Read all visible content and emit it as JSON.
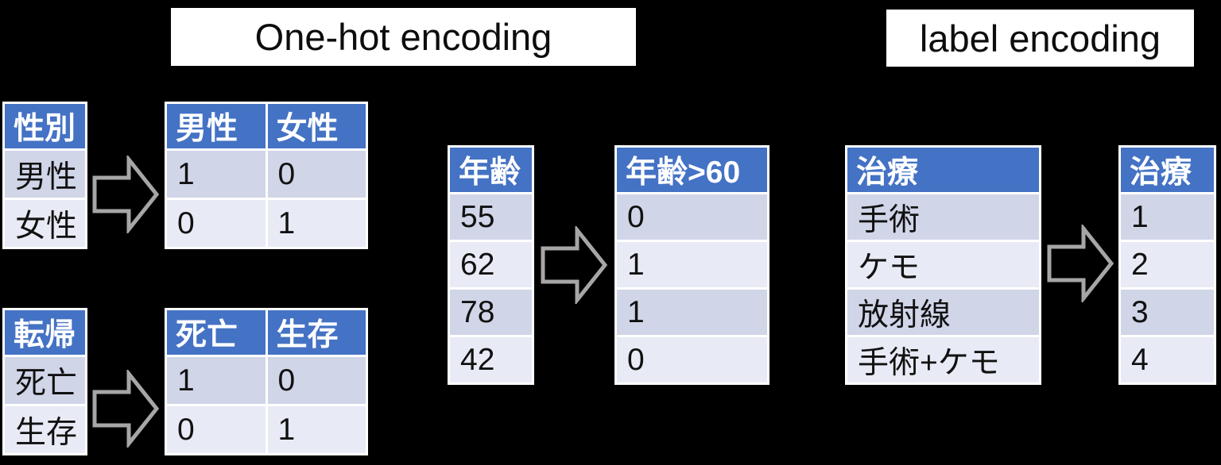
{
  "colors": {
    "canvas_bg": "#000000",
    "title_bg": "#FFFFFF",
    "title_text": "#0D0D0D",
    "header_bg": "#4472C4",
    "header_text": "#FFFFFF",
    "row_odd": "#D0D5E8",
    "row_even": "#E8EBF5",
    "cell_text": "#111111",
    "arrow_stroke": "#A6A6A6"
  },
  "titles": {
    "onehot": "One-hot encoding",
    "label": "label encoding"
  },
  "icons": {
    "arrow": "right-block-arrow"
  },
  "tables": {
    "gender_source": {
      "headers": [
        "性別"
      ],
      "rows": [
        [
          "男性"
        ],
        [
          "女性"
        ]
      ]
    },
    "gender_encoded": {
      "headers": [
        "男性",
        "女性"
      ],
      "rows": [
        [
          "1",
          "0"
        ],
        [
          "0",
          "1"
        ]
      ]
    },
    "outcome_source": {
      "headers": [
        "転帰"
      ],
      "rows": [
        [
          "死亡"
        ],
        [
          "生存"
        ]
      ]
    },
    "outcome_encoded": {
      "headers": [
        "死亡",
        "生存"
      ],
      "rows": [
        [
          "1",
          "0"
        ],
        [
          "0",
          "1"
        ]
      ]
    },
    "age_source": {
      "headers": [
        "年齢"
      ],
      "rows": [
        [
          "55"
        ],
        [
          "62"
        ],
        [
          "78"
        ],
        [
          "42"
        ]
      ]
    },
    "age_encoded": {
      "headers": [
        "年齢>60"
      ],
      "rows": [
        [
          "0"
        ],
        [
          "1"
        ],
        [
          "1"
        ],
        [
          "0"
        ]
      ]
    },
    "treatment_source": {
      "headers": [
        "治療"
      ],
      "rows": [
        [
          "手術"
        ],
        [
          "ケモ"
        ],
        [
          "放射線"
        ],
        [
          "手術+ケモ"
        ]
      ]
    },
    "treatment_encoded": {
      "headers": [
        "治療"
      ],
      "rows": [
        [
          "1"
        ],
        [
          "2"
        ],
        [
          "3"
        ],
        [
          "4"
        ]
      ]
    }
  }
}
